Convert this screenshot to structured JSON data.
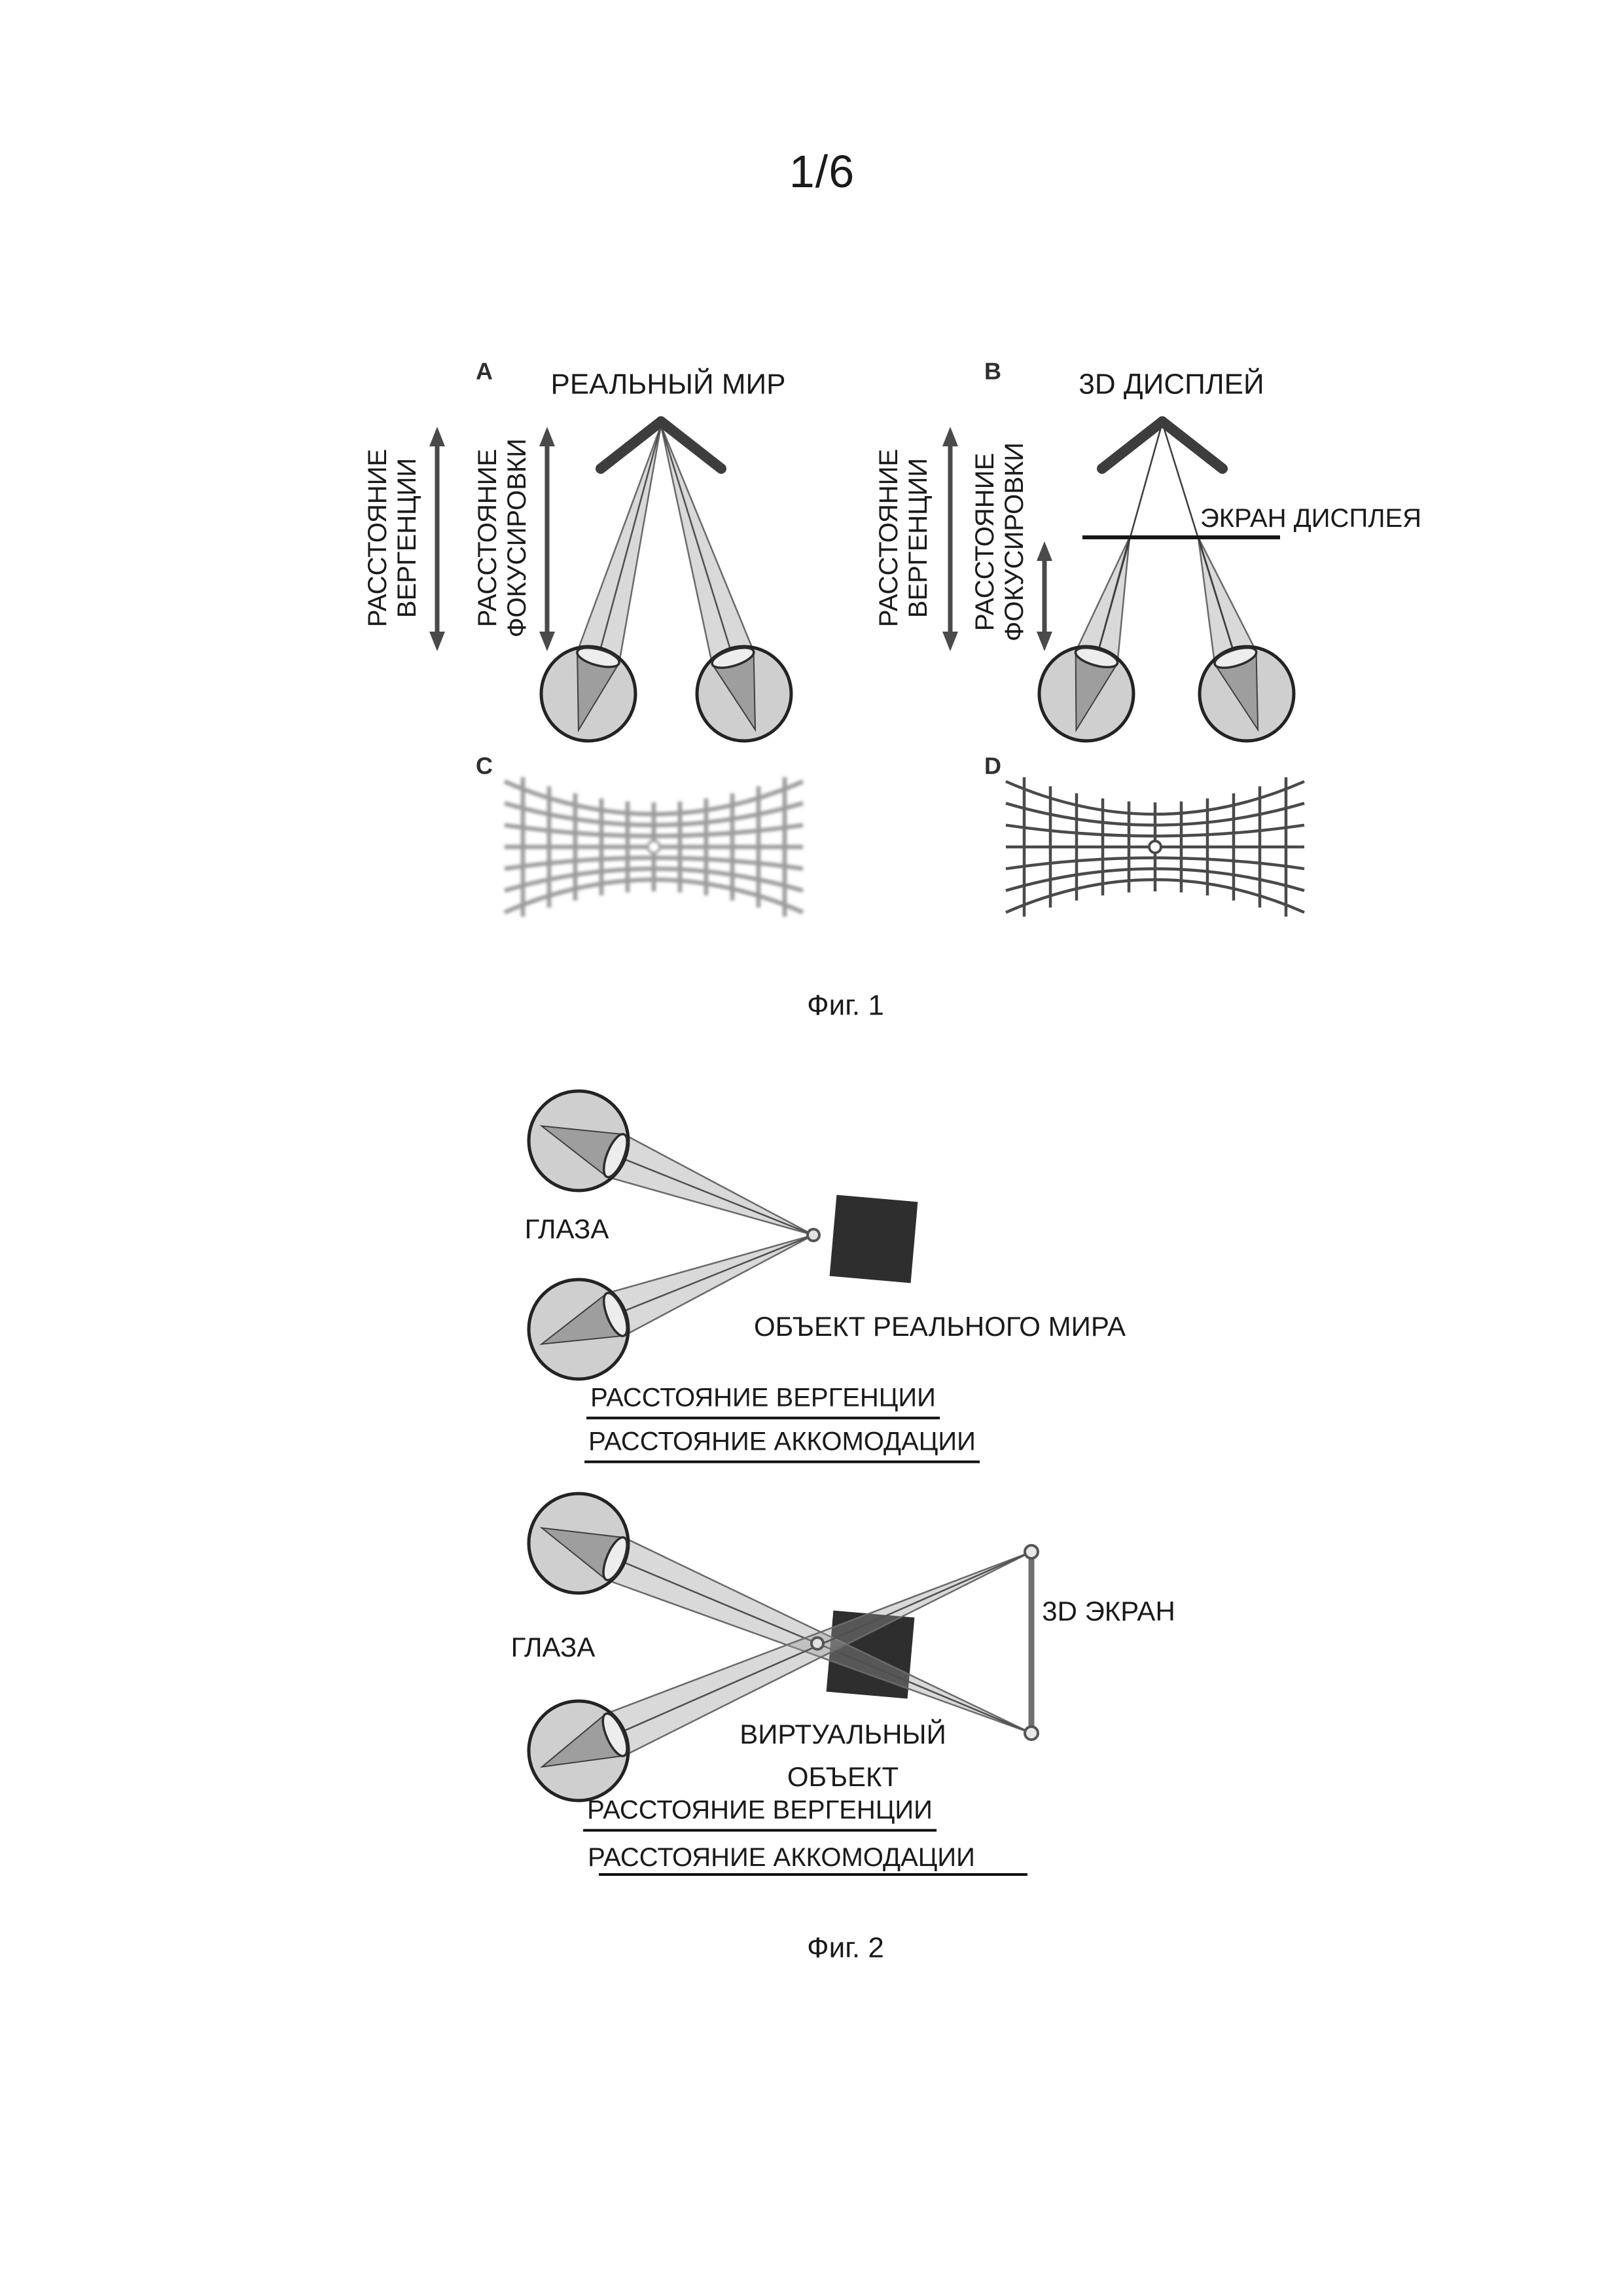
{
  "page": {
    "number": "1/6"
  },
  "colors": {
    "ink": "#1a1a1a",
    "arrow_gray": "#4a4a4a",
    "cone_gray": "#9b9b9b",
    "object_black": "#2e2e2e",
    "screen_black": "#161616"
  },
  "fig1": {
    "caption": "Фиг. 1",
    "panel_a": {
      "letter": "A",
      "title": "РЕАЛЬНЫЙ МИР",
      "vergence_label": {
        "line1": "РАССТОЯНИЕ",
        "line2": "ВЕРГЕНЦИИ"
      },
      "focus_label": {
        "line1": "РАССТОЯНИЕ",
        "line2": "ФОКУСИРОВКИ"
      }
    },
    "panel_b": {
      "letter": "B",
      "title": "3D ДИСПЛЕЙ",
      "screen_label": "ЭКРАН ДИСПЛЕЯ",
      "vergence_label": {
        "line1": "РАССТОЯНИЕ",
        "line2": "ВЕРГЕНЦИИ"
      },
      "focus_label": {
        "line1": "РАССТОЯНИЕ",
        "line2": "ФОКУСИРОВКИ"
      }
    },
    "panel_c": {
      "letter": "C"
    },
    "panel_d": {
      "letter": "D"
    }
  },
  "fig2": {
    "caption": "Фиг. 2",
    "real": {
      "eyes_label": "ГЛАЗА",
      "object_label": "ОБЪЕКТ РЕАЛЬНОГО МИРА",
      "vergence_label": "РАССТОЯНИЕ ВЕРГЕНЦИИ",
      "accommodation_label": "РАССТОЯНИЕ АККОМОДАЦИИ"
    },
    "virtual": {
      "eyes_label": "ГЛАЗА",
      "screen_label": "3D ЭКРАН",
      "object_label_line1": "ВИРТУАЛЬНЫЙ",
      "object_label_line2": "ОБЪЕКТ",
      "vergence_label": "РАССТОЯНИЕ ВЕРГЕНЦИИ",
      "accommodation_label": "РАССТОЯНИЕ АККОМОДАЦИИ"
    }
  }
}
